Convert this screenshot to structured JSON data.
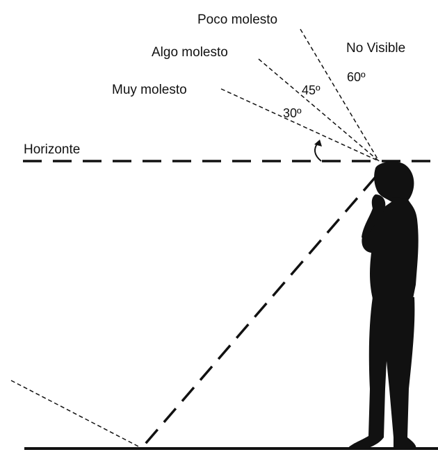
{
  "labels": {
    "poco": "Poco molesto",
    "algo": "Algo molesto",
    "muy": "Muy molesto",
    "no_visible": "No Visible",
    "horizonte": "Horizonte"
  },
  "angles": {
    "a30": "30º",
    "a45": "45º",
    "a60": "60º"
  },
  "colors": {
    "ink": "#111111",
    "background": "#ffffff"
  }
}
